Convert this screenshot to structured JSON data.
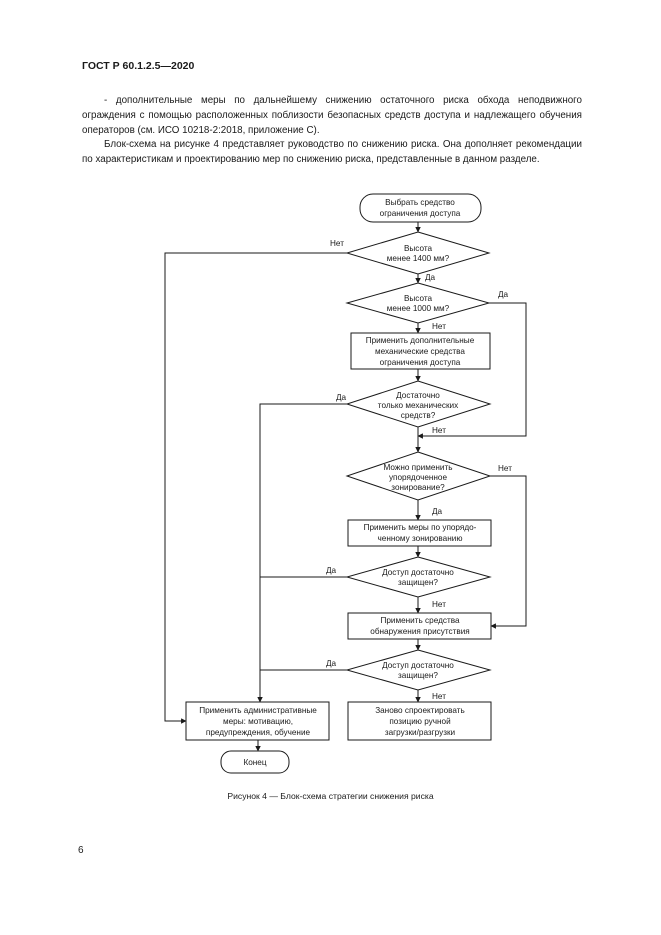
{
  "header": {
    "doc_id": "ГОСТ Р 60.1.2.5—2020"
  },
  "paragraphs": [
    "- дополнительные меры по дальнейшему снижению остаточного риска обхода неподвижного ограждения с помощью расположенных поблизости безопасных средств доступа и надлежащего обучения операторов (см. ИСО 10218-2:2018, приложение С).",
    "Блок-схема на рисунке 4 представляет руководство по снижению риска. Она дополняет рекомендации по характеристикам и проектированию мер по снижению риска, представленные в данном разделе."
  ],
  "flowchart": {
    "start": [
      "Выбрать средство",
      "ограничения доступа"
    ],
    "decision_height_1400": [
      "Высота",
      "менее 1400 мм?"
    ],
    "decision_height_1000": [
      "Высота",
      "менее 1000 мм?"
    ],
    "box_extra_mech": [
      "Применить дополнительные",
      "механические средства",
      "ограничения доступа"
    ],
    "decision_mech_enough": [
      "Достаточно",
      "только механических",
      "средств?"
    ],
    "decision_zoning": [
      "Можно применить",
      "упорядоченное",
      "зонирование?"
    ],
    "box_zoning": [
      "Применить меры по упорядо-",
      "ченному зонированию"
    ],
    "decision_access_1": [
      "Доступ достаточно",
      "защищен?"
    ],
    "box_presence": [
      "Применить средства",
      "обнаружения присутствия"
    ],
    "decision_access_2": [
      "Доступ достаточно",
      "защищен?"
    ],
    "box_admin": [
      "Применить административные",
      "меры: мотивацию,",
      "предупреждения, обучение"
    ],
    "box_redesign": [
      "Заново спроектировать",
      "позицию ручной",
      "загрузки/разгрузки"
    ],
    "end": "Конец",
    "yes": "Да",
    "no": "Нет"
  },
  "caption": "Рисунок 4 — Блок-схема стратегии снижения риска",
  "page_number": "6"
}
